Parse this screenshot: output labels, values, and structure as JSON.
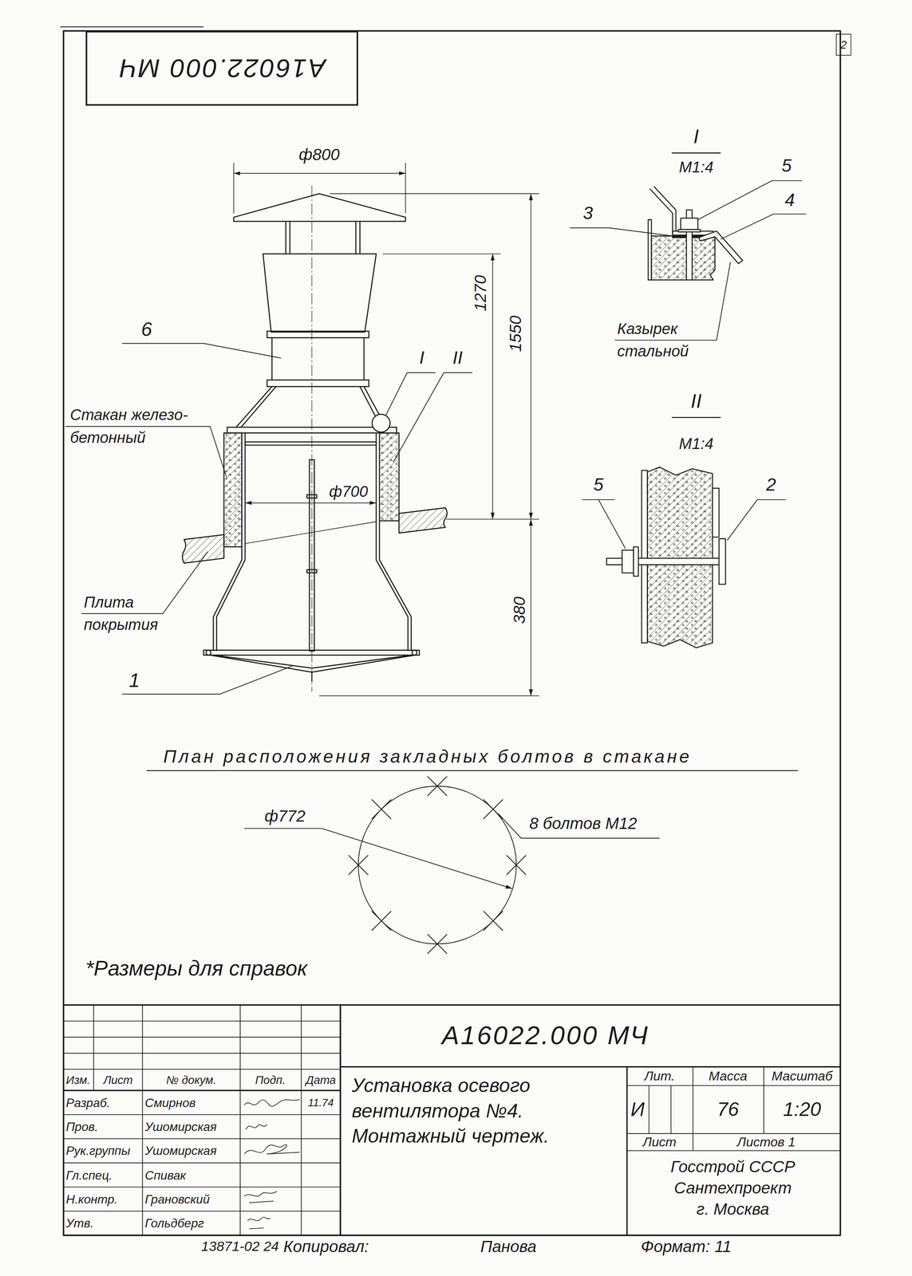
{
  "diagram": {
    "nodes": [
      {
        "text": [
          "А16022.000 МЧ"
        ]
      }
    ],
    "labels": [
      "ф800",
      "1550",
      "1270",
      "380",
      "ф700",
      "6",
      "Стакан железо- бетонный",
      "Плита покрытия",
      "1",
      "I",
      "II",
      "I",
      "М1:4",
      "5",
      "4",
      "3",
      "Казырек стальной",
      "II",
      "М1:4",
      "5",
      "2",
      "План расположения закладных болтов в стакане",
      "ф772",
      "8 болтов М12",
      "*Размеры для справок",
      "А16022.000 МЧ",
      "Установка осевого вентилятора №4. Монтажный чертеж.",
      "Лит.",
      "Масса",
      "Масштаб",
      "И",
      "76",
      "1:20",
      "Лист",
      "Листов 1",
      "Госстрой СССР",
      "Сантехпроект",
      "г. Москва",
      "Изм.",
      "Лист",
      "№ докум.",
      "Подп.",
      "Дата",
      "Разраб.",
      "Смирнов",
      "Пров.",
      "Ушомирская",
      "Рук.группы",
      "Ушомирская",
      "Гл.спец.",
      "Спивак",
      "Н.контр.",
      "Грановский",
      "Утв.",
      "Гольдберг",
      "11.74",
      "13871-02 24",
      "Копировал:",
      "Панова",
      "Формат: 11",
      "2"
    ]
  }
}
